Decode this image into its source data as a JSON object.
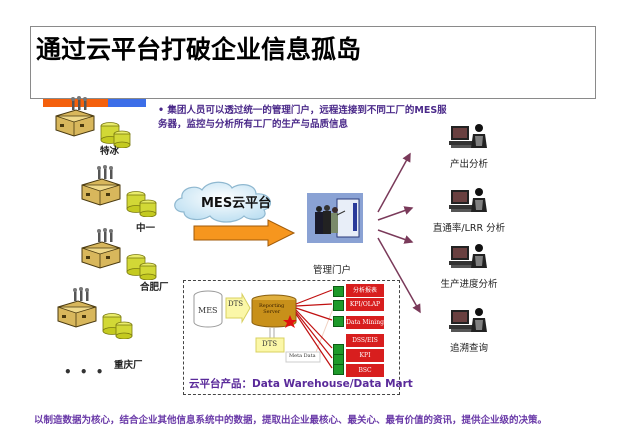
{
  "title": "通过云平台打破企业信息孤岛",
  "accent_colors": {
    "orange": "#f4600c",
    "blue": "#3c6ee8",
    "purple_text": "#4b2a8a",
    "arrow": "#7a3a5a"
  },
  "bullet": {
    "line1": "• 集团人员可以透过统一的管理门户，远程连接到不同工厂的MES服",
    "line2": "务器，监控与分析所有工厂的生产与品质信息"
  },
  "plants": [
    {
      "label": "特冰"
    },
    {
      "label": "中一"
    },
    {
      "label": "合肥厂"
    },
    {
      "label": "重庆厂"
    }
  ],
  "plants_more": "• • •",
  "cloud": {
    "label": "MES云平台"
  },
  "portal": {
    "label": "管理门户"
  },
  "analyses": [
    {
      "label": "产出分析"
    },
    {
      "label": "直通率/LRR 分析"
    },
    {
      "label": "生产进度分析"
    },
    {
      "label": "追溯查询"
    }
  ],
  "data_warehouse": {
    "mes_label": "MES",
    "dts_label": "DTS",
    "dts2_label": "DTS",
    "reporting_server_line1": "Reporting",
    "reporting_server_line2": "Server",
    "meta_data_label": "Meta Data",
    "outputs": [
      "分析报表",
      "KPI/OLAP",
      "Data Mining",
      "DSS/EIS",
      "KPI",
      "BSC"
    ],
    "caption": "云平台产品：Data Warehouse/Data Mart"
  },
  "footer": "以制造数据为核心，结合企业其他信息系统中的数据，提取出企业最核心、最关心、最有价值的资讯，提供企业级的决策。"
}
